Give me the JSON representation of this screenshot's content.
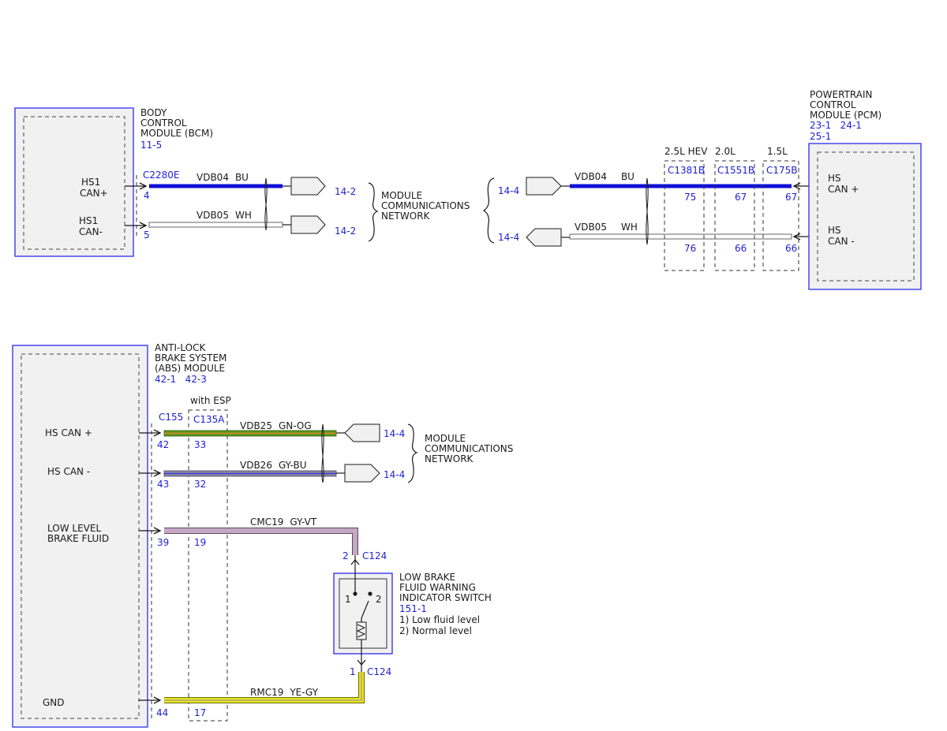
{
  "colors": {
    "module_border": "#3a3af0",
    "reference_text": "#1f1fd6",
    "wire_bu": "#1010d8",
    "wire_wh": "#ffffff",
    "wire_gn_og": "#5c9a1e",
    "wire_gy_bu": "#7a86c8",
    "wire_gy_vt": "#b89ab8",
    "wire_ye_gy": "#e8e010"
  },
  "bcm": {
    "name_lines": [
      "BODY",
      "CONTROL",
      "MODULE (BCM)"
    ],
    "ref": "11-5",
    "connector": "C2280E",
    "pin_hs1_can_plus": {
      "label_lines": [
        "HS1",
        "CAN+"
      ],
      "pin": "4"
    },
    "pin_hs1_can_minus": {
      "label_lines": [
        "HS1",
        "CAN-"
      ],
      "pin": "5"
    },
    "wire_plus": {
      "circuit": "VDB04",
      "color": "BU",
      "ref": "14-2"
    },
    "wire_minus": {
      "circuit": "VDB05",
      "color": "WH",
      "ref": "14-2"
    }
  },
  "network_top": {
    "label_lines": [
      "MODULE",
      "COMMUNICATIONS",
      "NETWORK"
    ]
  },
  "pcm": {
    "name_lines": [
      "POWERTRAIN",
      "CONTROL",
      "MODULE (PCM)"
    ],
    "refs_line1": "23-1   24-1",
    "refs_line2": "25-1",
    "pin_hs_can_plus": {
      "label_lines": [
        "HS",
        "CAN +"
      ]
    },
    "pin_hs_can_minus": {
      "label_lines": [
        "HS",
        "CAN -"
      ]
    },
    "wire_plus": {
      "circuit": "VDB04",
      "color": "BU",
      "ref": "14-4"
    },
    "wire_minus": {
      "circuit": "VDB05",
      "color": "WH",
      "ref": "14-4"
    },
    "variants": [
      {
        "engine": "2.5L HEV",
        "connector": "C1381B",
        "pin_plus": "75",
        "pin_minus": "76"
      },
      {
        "engine": "2.0L",
        "connector": "C1551B",
        "pin_plus": "67",
        "pin_minus": "66"
      },
      {
        "engine": "1.5L",
        "connector": "C175B",
        "pin_plus": "67",
        "pin_minus": "66"
      }
    ]
  },
  "abs": {
    "name_lines": [
      "ANTI-LOCK",
      "BRAKE SYSTEM",
      "(ABS) MODULE"
    ],
    "refs": "42-1   42-3",
    "connector": "C155",
    "esp_label": "with ESP",
    "esp_connector": "C135A",
    "pins": [
      {
        "label_lines": [
          "HS CAN +"
        ],
        "pin": "42",
        "esp_pin": "33",
        "circuit": "VDB25",
        "color": "GN-OG",
        "ref": "14-4"
      },
      {
        "label_lines": [
          "HS CAN -"
        ],
        "pin": "43",
        "esp_pin": "32",
        "circuit": "VDB26",
        "color": "GY-BU",
        "ref": "14-4"
      },
      {
        "label_lines": [
          "LOW LEVEL",
          "BRAKE FLUID"
        ],
        "pin": "39",
        "esp_pin": "19",
        "circuit": "CMC19",
        "color": "GY-VT"
      },
      {
        "label_lines": [
          "GND"
        ],
        "pin": "44",
        "esp_pin": "17",
        "circuit": "RMC19",
        "color": "YE-GY"
      }
    ]
  },
  "network_bottom": {
    "label_lines": [
      "MODULE",
      "COMMUNICATIONS",
      "NETWORK"
    ]
  },
  "switch": {
    "name_lines": [
      "LOW BRAKE",
      "FLUID WARNING",
      "INDICATOR SWITCH"
    ],
    "ref": "151-1",
    "notes": [
      "1) Low fluid level",
      "2) Normal level"
    ],
    "connector": "C124",
    "top_pin": "2",
    "bottom_pin": "1",
    "contact_1": "1",
    "contact_2": "2"
  }
}
